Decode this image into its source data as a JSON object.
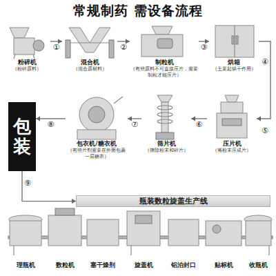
{
  "diagram": {
    "title": "常规制药 需设备流程",
    "nodes": [
      {
        "text": [
          "粉碎机",
          "（粉碎原料）"
        ]
      },
      {
        "text": [
          "混合机",
          "（混合原材料）"
        ]
      },
      {
        "text": [
          "制粒机",
          "（有些原料不可直接压片，需要制粒才能压片）"
        ]
      },
      {
        "text": [
          "烘箱",
          "（主要起烘干作用）"
        ]
      },
      {
        "text": [
          "压片机",
          "（将粉末压成片）"
        ]
      },
      {
        "text": [
          "筛片机",
          "（筛除粉末和碎片）"
        ]
      },
      {
        "text": [
          "包衣机/糖衣机",
          "（有些片剂需要在外面包裹一层糖衣）"
        ]
      },
      {
        "text": [
          "包装"
        ]
      },
      {
        "text": [
          "瓶装数粒旋盖生产线"
        ]
      }
    ],
    "edges": [
      {
        "from": 0,
        "to": 1,
        "label": "①",
        "arrow": "to"
      },
      {
        "from": 1,
        "to": 2,
        "label": "②",
        "arrow": "to"
      },
      {
        "from": 2,
        "to": 3,
        "label": "③",
        "arrow": "to"
      },
      {
        "from": 3,
        "to": 4,
        "label": "④",
        "arrow": "to"
      },
      {
        "from": 4,
        "to": 5,
        "label": "⑥",
        "arrow": "to"
      },
      {
        "from": 5,
        "to": 6,
        "label": "⑦",
        "arrow": "to"
      },
      {
        "from": 6,
        "to": 7,
        "label": "⑧",
        "arrow": "to"
      },
      {
        "from": 7,
        "to": 8,
        "label": "⑨",
        "arrow": "to"
      }
    ],
    "labels": [
      "⑤",
      "理瓶机",
      "数粒机",
      "塞干燥剂",
      "旋盖机",
      "铝泊封口",
      "贴标机",
      "收瓶机"
    ]
  }
}
